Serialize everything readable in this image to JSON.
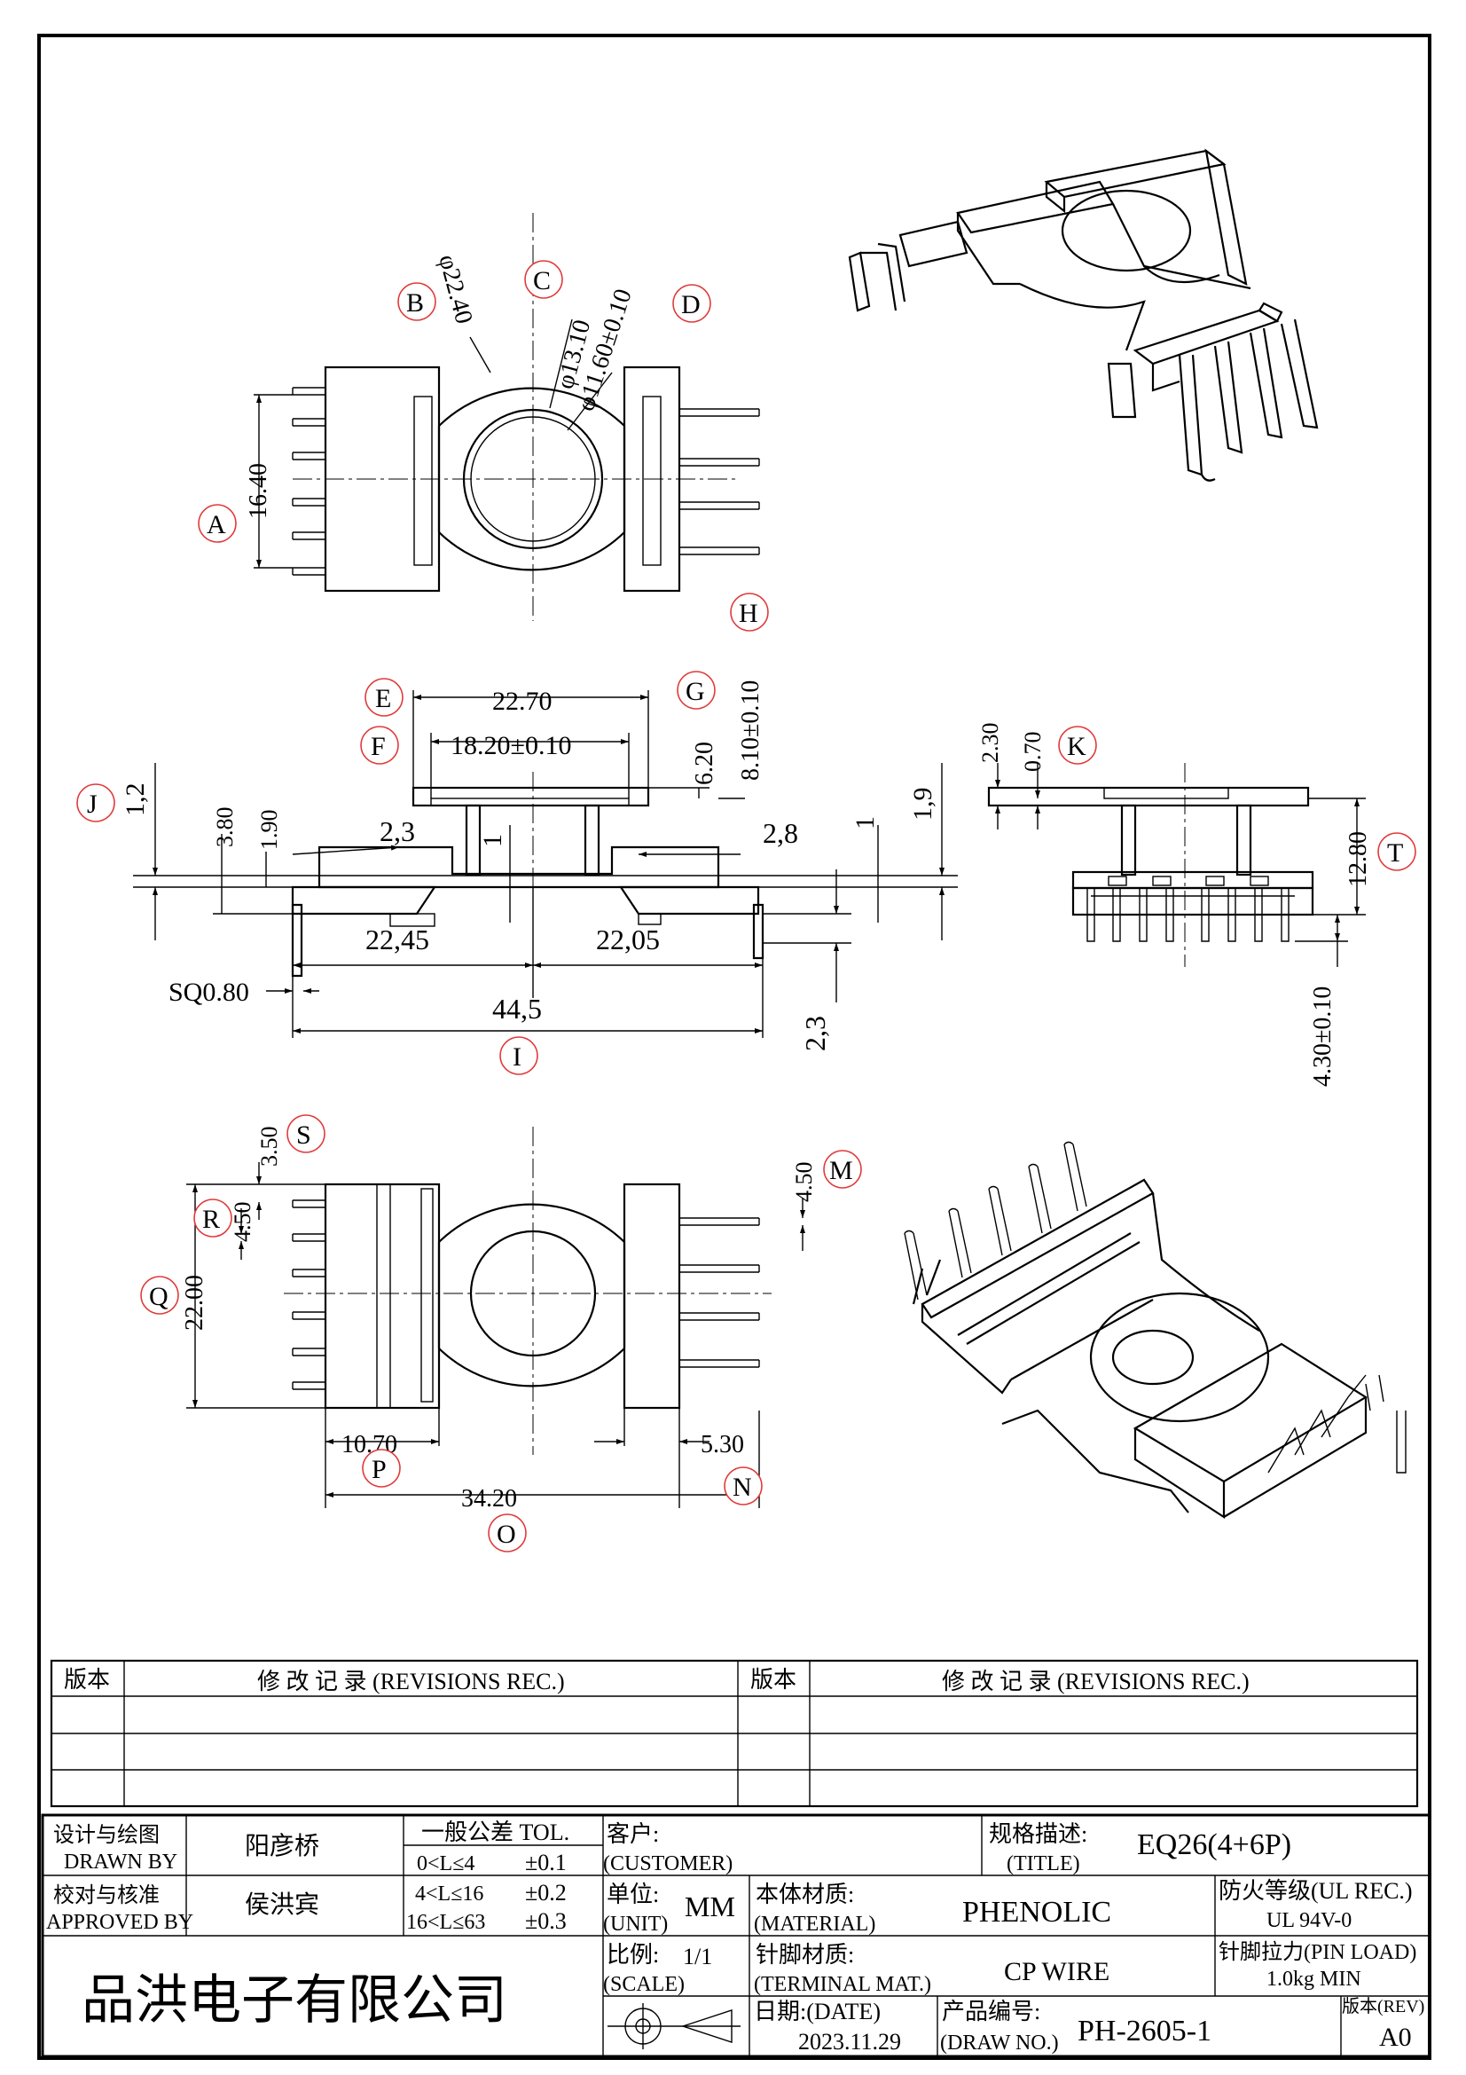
{
  "labels": {
    "A": "A",
    "B": "B",
    "C": "C",
    "D": "D",
    "E": "E",
    "F": "F",
    "G": "G",
    "H": "H",
    "I": "I",
    "J": "J",
    "K": "K",
    "M": "M",
    "N": "N",
    "O": "O",
    "P": "P",
    "Q": "Q",
    "R": "R",
    "S": "S",
    "T": "T"
  },
  "dims": {
    "top_b": "φ22.40",
    "top_c": "φ13.10",
    "top_d": "φ11.60±0.10",
    "top_a": "16.40",
    "e": "22.70",
    "f": "18.20±0.10",
    "g": "6.20",
    "h": "8.10±0.10",
    "j": "1,2",
    "d380": "3.80",
    "d190": "1.90",
    "d23a": "2,3",
    "d1a": "1",
    "d28": "2,8",
    "d1b": "1",
    "d19": "1,9",
    "d2245": "22,45",
    "d2205": "22,05",
    "sq": "SQ0.80",
    "i": "44,5",
    "d23b": "2,3",
    "k230": "2.30",
    "k070": "0.70",
    "t": "12.80",
    "t430": "4.30±0.10",
    "s": "3.50",
    "r": "4.50",
    "q": "22.00",
    "m": "4.50",
    "p": "10.70",
    "n": "5.30",
    "o": "34.20"
  },
  "revisions": {
    "ver_header": "版本",
    "rec_header": "修 改 记 录  (REVISIONS REC.)"
  },
  "title_block": {
    "drawn_label_cn": "设计与绘图",
    "drawn_label_en": "DRAWN BY",
    "drawn_name": "阳彦桥",
    "approved_label_cn": "校对与核准",
    "approved_label_en": "APPROVED BY",
    "approved_name": "侯洪宾",
    "tol_header": "一般公差 TOL.",
    "tol_rows": [
      {
        "range": "0<L≤4",
        "val": "±0.1"
      },
      {
        "range": "4<L≤16",
        "val": "±0.2"
      },
      {
        "range": "16<L≤63",
        "val": "±0.3"
      }
    ],
    "company": "品洪电子有限公司",
    "customer_cn": "客户:",
    "customer_en": "(CUSTOMER)",
    "title_cn": "规格描述:",
    "title_en": "(TITLE)",
    "title_value": "EQ26(4+6P)",
    "unit_cn": "单位:",
    "unit_en": "(UNIT)",
    "unit_value": "MM",
    "material_cn": "本体材质:",
    "material_en": "(MATERIAL)",
    "material_value": "PHENOLIC",
    "ul_cn": "防火等级(UL REC.)",
    "ul_value": "UL 94V-0",
    "scale_cn": "比例:",
    "scale_en": "(SCALE)",
    "scale_value": "1/1",
    "terminal_cn": "针脚材质:",
    "terminal_en": "(TERMINAL MAT.)",
    "terminal_value": "CP WIRE",
    "pinload_cn": "针脚拉力(PIN LOAD)",
    "pinload_value": "1.0kg MIN",
    "date_cn": "日期:(DATE)",
    "date_value": "2023.11.29",
    "drawno_cn": "产品编号:",
    "drawno_en": "(DRAW NO.)",
    "drawno_value": "PH-2605-1",
    "rev_cn": "版本(REV)",
    "rev_value": "A0"
  }
}
